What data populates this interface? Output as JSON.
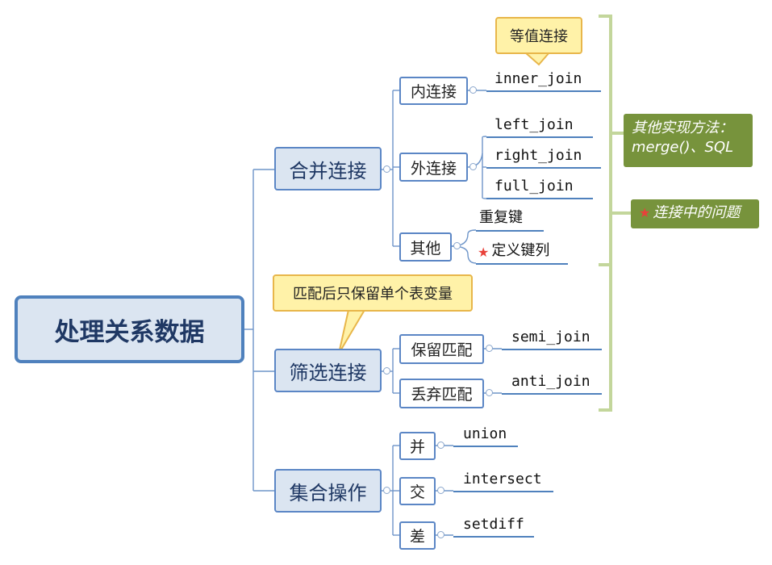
{
  "root": {
    "label": "处理关系数据"
  },
  "groups": {
    "merge": {
      "label": "合并连接",
      "inner": {
        "label": "内连接",
        "leaf": "inner_join",
        "callout": "等值连接"
      },
      "outer": {
        "label": "外连接",
        "leaves": [
          "left_join",
          "right_join",
          "full_join"
        ]
      },
      "other": {
        "label": "其他",
        "leaves": [
          "重复键",
          "定义键列"
        ]
      }
    },
    "filter": {
      "label": "筛选连接",
      "callout": "匹配后只保留单个表变量",
      "keep": {
        "label": "保留匹配",
        "leaf": "semi_join"
      },
      "drop": {
        "label": "丢弃匹配",
        "leaf": "anti_join"
      }
    },
    "set": {
      "label": "集合操作",
      "union": {
        "label": "并",
        "leaf": "union"
      },
      "intersect": {
        "label": "交",
        "leaf": "intersect"
      },
      "diff": {
        "label": "差",
        "leaf": "setdiff"
      }
    }
  },
  "notes": {
    "other_methods": {
      "line1": "其他实现方法：",
      "line2": "merge()、SQL"
    },
    "join_issues": "连接中的问题"
  },
  "colors": {
    "connector": "#4f81bd",
    "bracket": "#c3d69b",
    "note_bg": "#77933c",
    "callout_bg": "#fff2a8",
    "callout_border": "#e8b64a",
    "star": "#e8413a"
  },
  "icons": {
    "star": "star-icon",
    "collapse": "collapse-circle-icon"
  }
}
